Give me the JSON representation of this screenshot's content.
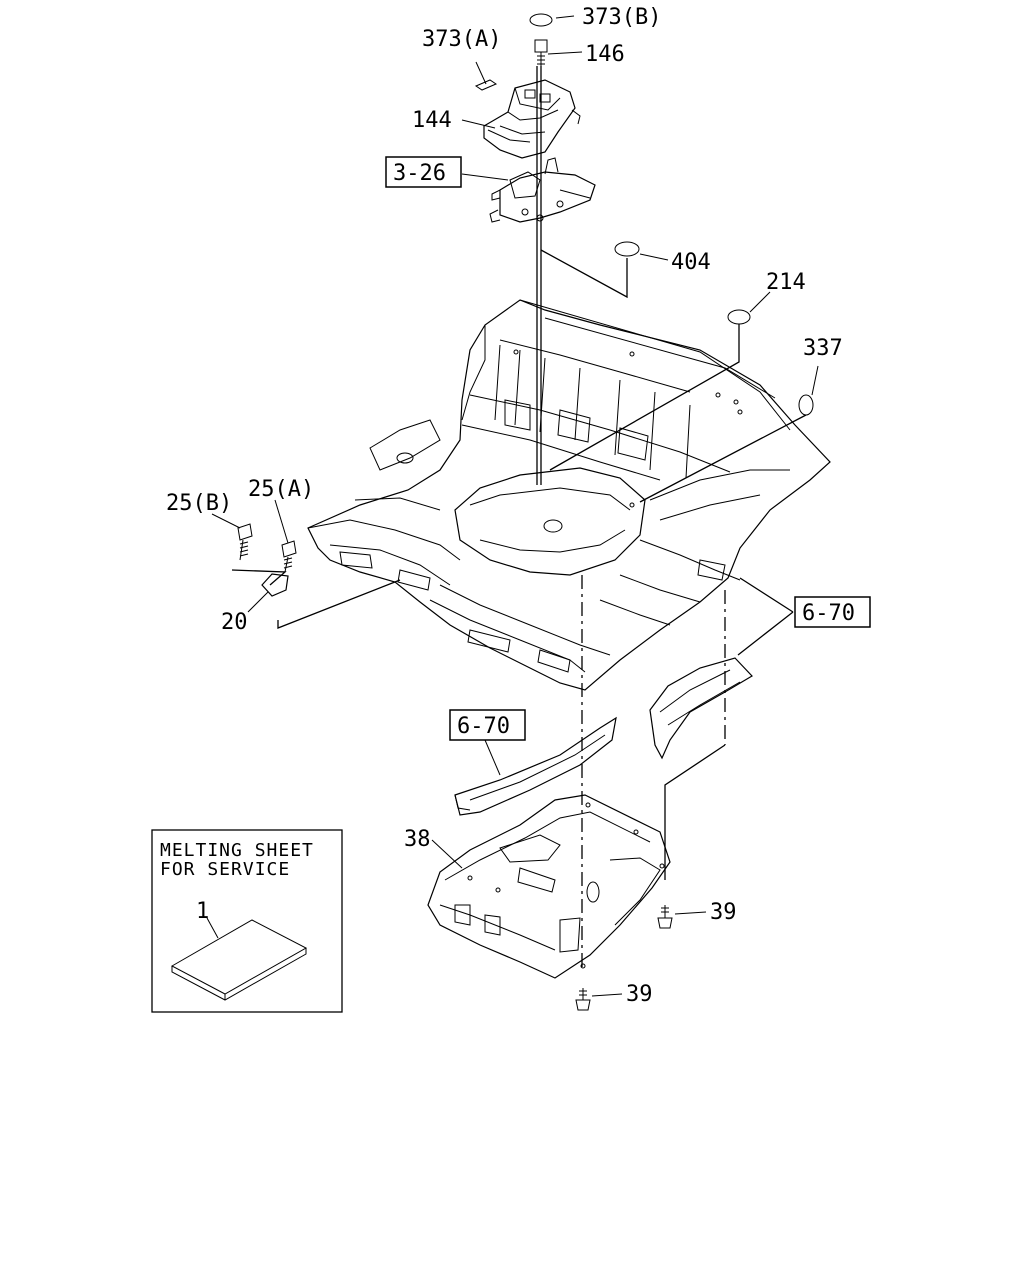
{
  "diagram": {
    "callouts": {
      "c373b": "373(B)",
      "c373a": "373(A)",
      "c146": "146",
      "c144": "144",
      "c326": "3-26",
      "c404": "404",
      "c214": "214",
      "c337": "337",
      "c25b": "25(B)",
      "c25a": "25(A)",
      "c20": "20",
      "c670a": "6-70",
      "c670b": "6-70",
      "c38": "38",
      "c39a": "39",
      "c39b": "39",
      "c1": "1"
    },
    "note": {
      "line1": "MELTING SHEET",
      "line2": "FOR SERVICE"
    }
  }
}
